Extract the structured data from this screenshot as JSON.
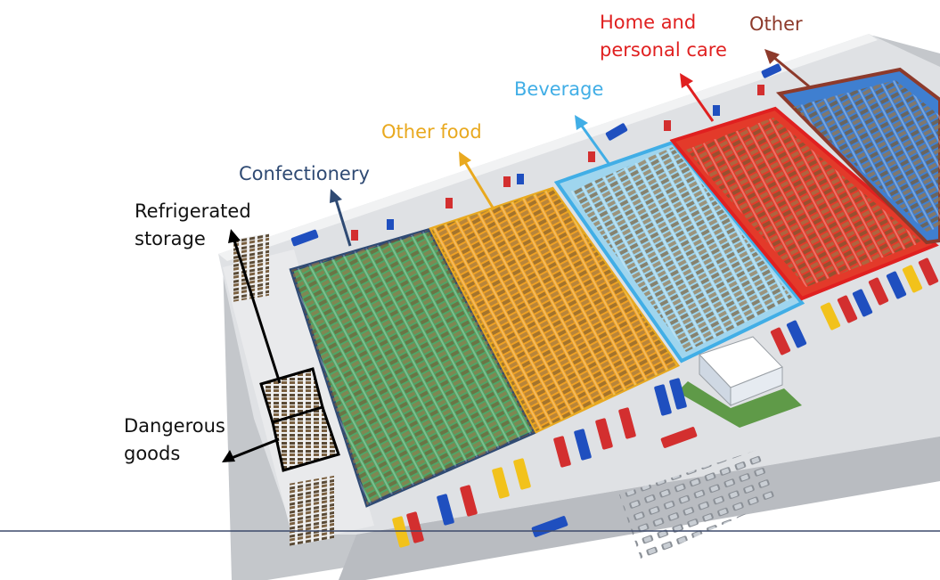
{
  "zones": {
    "confectionery": {
      "label": "Confectionery",
      "color": "#2f4a73",
      "fill": "#4fa566"
    },
    "other_food": {
      "label": "Other food",
      "color": "#e9a91f",
      "fill": "#efa124"
    },
    "beverage": {
      "label": "Beverage",
      "color": "#41aee6",
      "fill": "#9fd5ee"
    },
    "home_personal_care": {
      "label": "Home and\npersonal care",
      "color": "#e02020",
      "fill": "#e33a2a"
    },
    "other": {
      "label": "Other",
      "color": "#8d3a2b",
      "fill": "#3f7fd0"
    },
    "refrigerated_storage": {
      "label": "Refrigerated\nstorage",
      "color": "#111111"
    },
    "dangerous_goods": {
      "label": "Dangerous\ngoods",
      "color": "#111111"
    }
  },
  "colors": {
    "floor": "#d7d9dc",
    "ground": "#bfc2c6",
    "rack": "#8a6a3e",
    "divider_line": "#3d4a6b",
    "truck_red": "#d32f2f",
    "truck_blue": "#1f4fbf",
    "truck_yellow": "#f2c21b"
  },
  "icons": [
    "truck-icon",
    "office-building-icon",
    "storage-rack-icon",
    "parked-car-icon"
  ]
}
